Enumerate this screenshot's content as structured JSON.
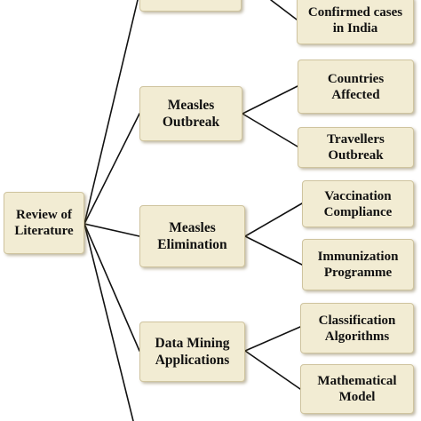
{
  "diagram": {
    "root": {
      "label": "Review of\nLiterature"
    },
    "branches": [
      {
        "label": "",
        "children": [
          {
            "label": "Confirmed cases\nin India"
          }
        ]
      },
      {
        "label": "Measles\nOutbreak",
        "children": [
          {
            "label": "Countries\nAffected"
          },
          {
            "label": "Travellers\nOutbreak"
          }
        ]
      },
      {
        "label": "Measles\nElimination",
        "children": [
          {
            "label": "Vaccination\nCompliance"
          },
          {
            "label": "Immunization\nProgramme"
          }
        ]
      },
      {
        "label": "Data Mining\nApplications",
        "children": [
          {
            "label": "Classification\nAlgorithms"
          },
          {
            "label": "Mathematical\nModel"
          }
        ]
      }
    ]
  },
  "colors": {
    "node_fill": "#f2ecd3",
    "node_border": "#cfc49f",
    "connector": "#111111",
    "text": "#111111"
  }
}
